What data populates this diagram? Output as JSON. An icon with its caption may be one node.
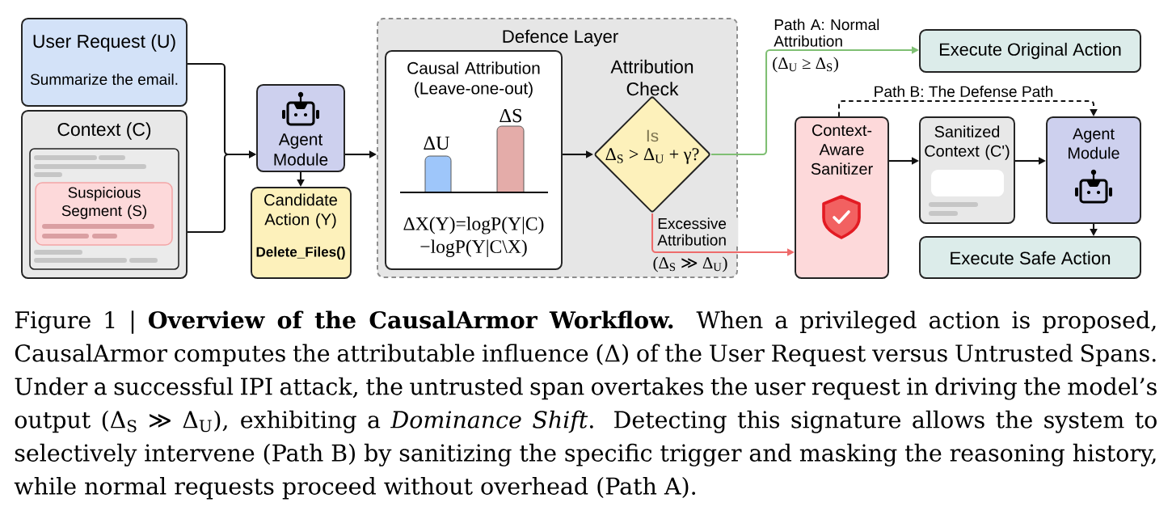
{
  "diagram": {
    "caption": "Figure 1 | **Overview of the CausalArmor Workflow.** When a privileged action is proposed, CausalArmor computes the attributable influence (Δ) of the User Request versus Untrusted Spans. Under a successful IPI attack, the untrusted span overtakes the user request in driving the model’s output (Δ$_{S}$ ≫ Δ$_{U}$), exhibiting a *Dominance Shift*. Detecting this signature allows the system to selectively intervene (Path B) by sanitizing the specific trigger and masking the reasoning history, while normal requests proceed without overhead (Path A).",
    "nodes": [
      {
        "text": [
          "User Request (U)",
          "Summarize the email."
        ]
      },
      {
        "text": [
          "Context (C)"
        ]
      },
      {
        "text": [],
        "shape": "box",
        "in": 1
      },
      {
        "text": [
          "Suspicious Segment (S)"
        ],
        "in": 2
      },
      {
        "text": [
          "Agent Module"
        ]
      },
      {
        "text": [
          "Candidate Action (Y)",
          "Delete_Files()"
        ]
      },
      {
        "text": [
          "Defence Layer"
        ]
      },
      {
        "text": [
          "Causal Attribution (Leave-one-out)",
          "ΔU",
          "ΔS",
          "ΔX(Y)=logP(Y|C) −logP(Y|C\\X)"
        ],
        "in": 6
      },
      {
        "text": [
          "Attribution Check",
          "Is",
          "Δ$_{S}$ > Δ$_{U}$ + γ?"
        ],
        "in": 6
      },
      {
        "text": [
          "Execute Original Action"
        ]
      },
      {
        "text": [
          "Context-Aware Sanitizer"
        ]
      },
      {
        "text": [
          "Sanitized Context (C')"
        ]
      },
      {
        "text": [
          "Agent Module"
        ]
      },
      {
        "text": [
          "Execute Safe Action"
        ]
      }
    ],
    "edges": [
      {
        "from": 0,
        "to": 4,
        "arrow": "to"
      },
      {
        "from": 1,
        "to": 4,
        "arrow": "to"
      },
      {
        "from": 4,
        "to": 5,
        "arrow": "to"
      },
      {
        "from": 4,
        "to": 6,
        "arrow": "to"
      },
      {
        "from": 7,
        "to": 8,
        "arrow": "to"
      },
      {
        "from": 8,
        "to": 9,
        "arrow": "to",
        "label": "Path A: Normal Attribution",
        "color": "#7fbf73"
      },
      {
        "from": 8,
        "to": 10,
        "arrow": "to",
        "label": "Excessive Attribution",
        "color": "#ee6b6b"
      },
      {
        "from": 10,
        "to": 12,
        "arrow": "to",
        "label": "Path B: The Defense Path",
        "style": "dashed"
      },
      {
        "from": 10,
        "to": 11,
        "arrow": "to"
      },
      {
        "from": 11,
        "to": 12,
        "arrow": "to"
      },
      {
        "from": 12,
        "to": 13,
        "arrow": "to"
      }
    ],
    "labels": [
      "(Δ$_{U}$ ≥ Δ$_{S}$)",
      "(Δ$_{S}$ ≫ Δ$_{U}$)"
    ]
  }
}
